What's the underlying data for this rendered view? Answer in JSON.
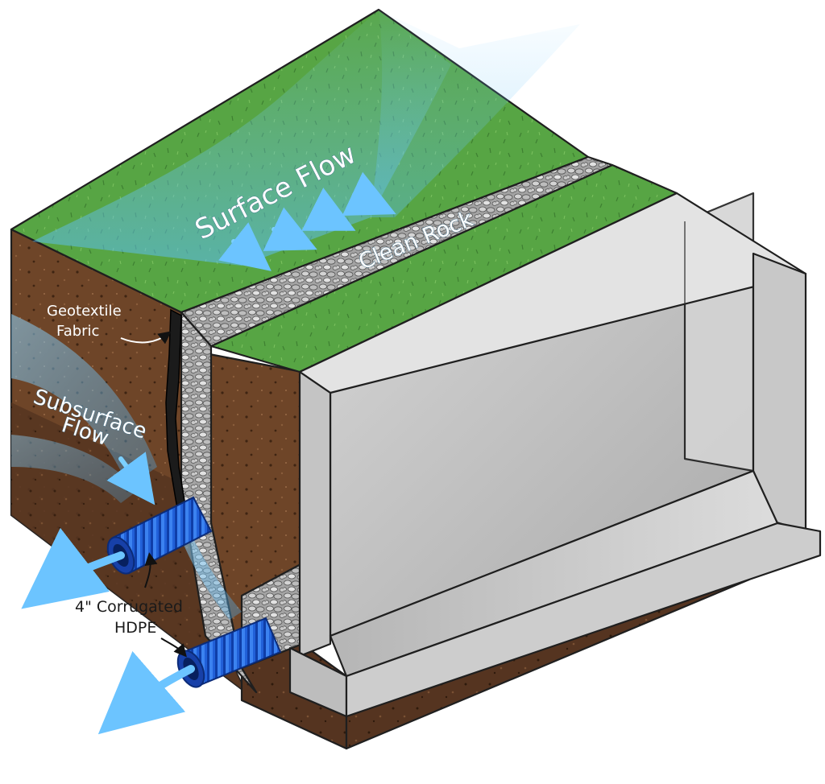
{
  "labels": {
    "surface_flow": "Surface Flow",
    "clean_rock": "Clean Rock",
    "geotextile_line1": "Geotextile",
    "geotextile_line2": "Fabric",
    "subsurface_line1": "Subsurface",
    "subsurface_line2": "Flow",
    "pipe_line1": "4\" Corrugated",
    "pipe_line2": "HDPE"
  },
  "colors": {
    "grass": "#4e9a3f",
    "soil": "#6b4226",
    "gravel": "#9a9a9a",
    "concrete": "#c9c9c9",
    "water": "#4fb3e8",
    "pipe": "#1f5fd6",
    "fabric": "#1b1b1b"
  }
}
